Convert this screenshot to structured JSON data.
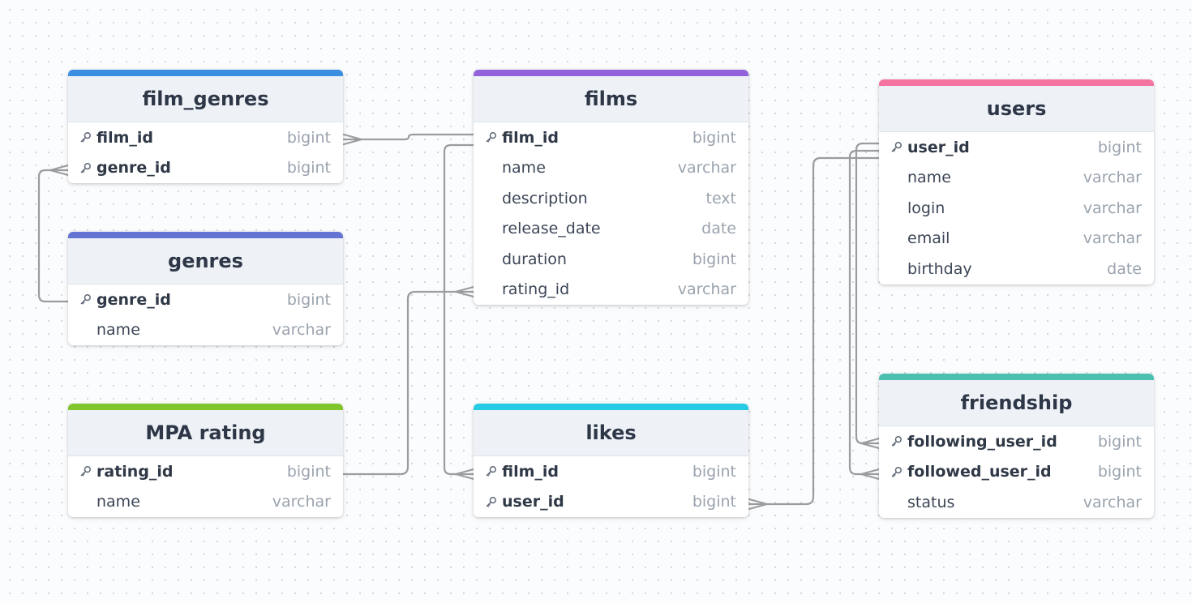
{
  "tables": {
    "film_genres": {
      "title": "film_genres",
      "accent": "#3b8fe0",
      "fields": [
        {
          "name": "film_id",
          "type": "bigint",
          "key": true
        },
        {
          "name": "genre_id",
          "type": "bigint",
          "key": true
        }
      ]
    },
    "genres": {
      "title": "genres",
      "accent": "#6474d2",
      "fields": [
        {
          "name": "genre_id",
          "type": "bigint",
          "key": true
        },
        {
          "name": "name",
          "type": "varchar",
          "key": false
        }
      ]
    },
    "mpa_rating": {
      "title": "MPA rating",
      "accent": "#7fc52b",
      "fields": [
        {
          "name": "rating_id",
          "type": "bigint",
          "key": true
        },
        {
          "name": "name",
          "type": "varchar",
          "key": false
        }
      ]
    },
    "films": {
      "title": "films",
      "accent": "#9363dc",
      "fields": [
        {
          "name": "film_id",
          "type": "bigint",
          "key": true
        },
        {
          "name": "name",
          "type": "varchar",
          "key": false
        },
        {
          "name": "description",
          "type": "text",
          "key": false
        },
        {
          "name": "release_date",
          "type": "date",
          "key": false
        },
        {
          "name": "duration",
          "type": "bigint",
          "key": false
        },
        {
          "name": "rating_id",
          "type": "varchar",
          "key": false
        }
      ]
    },
    "likes": {
      "title": "likes",
      "accent": "#27cbe3",
      "fields": [
        {
          "name": "film_id",
          "type": "bigint",
          "key": true
        },
        {
          "name": "user_id",
          "type": "bigint",
          "key": true
        }
      ]
    },
    "users": {
      "title": "users",
      "accent": "#f3749e",
      "fields": [
        {
          "name": "user_id",
          "type": "bigint",
          "key": true
        },
        {
          "name": "name",
          "type": "varchar",
          "key": false
        },
        {
          "name": "login",
          "type": "varchar",
          "key": false
        },
        {
          "name": "email",
          "type": "varchar",
          "key": false
        },
        {
          "name": "birthday",
          "type": "date",
          "key": false
        }
      ]
    },
    "friendship": {
      "title": "friendship",
      "accent": "#4dbfb1",
      "fields": [
        {
          "name": "following_user_id",
          "type": "bigint",
          "key": true
        },
        {
          "name": "followed_user_id",
          "type": "bigint",
          "key": true
        },
        {
          "name": "status",
          "type": "varchar",
          "key": false
        }
      ]
    }
  },
  "relationships": [
    {
      "from": "film_genres.film_id",
      "to": "films.film_id",
      "cardinality": "many-to-one"
    },
    {
      "from": "film_genres.genre_id",
      "to": "genres.genre_id",
      "cardinality": "many-to-one"
    },
    {
      "from": "films.rating_id",
      "to": "mpa_rating.rating_id",
      "cardinality": "many-to-one"
    },
    {
      "from": "likes.film_id",
      "to": "films.film_id",
      "cardinality": "many-to-one"
    },
    {
      "from": "likes.user_id",
      "to": "users.user_id",
      "cardinality": "many-to-one"
    },
    {
      "from": "friendship.following_user_id",
      "to": "users.user_id",
      "cardinality": "many-to-one"
    },
    {
      "from": "friendship.followed_user_id",
      "to": "users.user_id",
      "cardinality": "many-to-one"
    }
  ],
  "icons": {
    "key": "key-icon"
  },
  "colors": {
    "connector": "#9a9c9f",
    "header_bg": "#eef2f7",
    "type_text": "#9aa3ae"
  }
}
